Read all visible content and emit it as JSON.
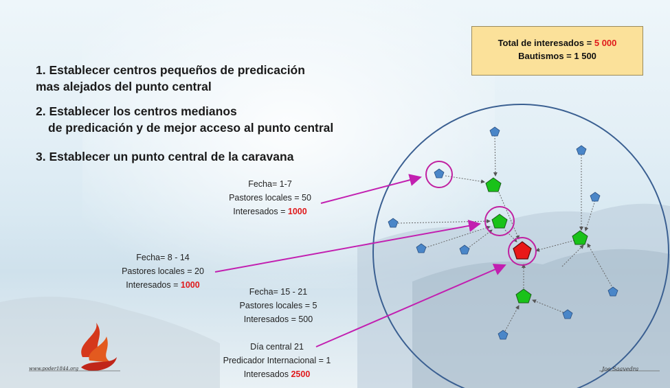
{
  "steps": {
    "step1_line1": "1. Establecer centros pequeños de predicación",
    "step1_line2": "mas alejados del punto central",
    "step2_line1": "2. Establecer los centros medianos",
    "step2_line2": "de predicación y de mejor acceso al punto central",
    "step3": "3. Establecer un punto central de la caravana"
  },
  "totals": {
    "interesados_label": "Total de interesados = ",
    "interesados_value": "5 000",
    "bautismos": "Bautismos = 1 500"
  },
  "phases": [
    {
      "fecha": "Fecha= 1-7",
      "pastores": "Pastores locales = 50",
      "interesados_label": "Interesados = ",
      "interesados_value": "1000"
    },
    {
      "fecha": "Fecha= 8 - 14",
      "pastores": "Pastores locales = 20",
      "interesados_label": "Interesados = ",
      "interesados_value": "1000"
    },
    {
      "fecha": "Fecha= 15 - 21",
      "pastores": "Pastores locales = 5",
      "interesados_label": "Interesados = ",
      "interesados_value": "500"
    },
    {
      "fecha": "Día central 21",
      "pastores": "Predicador Internacional = 1",
      "interesados_label": "Interesados ",
      "interesados_value": "2500"
    }
  ],
  "footer": {
    "website": "www.poder1844.org",
    "signature": "Joe Saavedra"
  },
  "colors": {
    "small_center": "#4a86c8",
    "medium_center": "#19c219",
    "main_center": "#e81818",
    "highlight_ring": "#c020a0",
    "arrow": "#c21fb0",
    "big_circle": "#3a5f91",
    "value_red": "#e0191b"
  }
}
